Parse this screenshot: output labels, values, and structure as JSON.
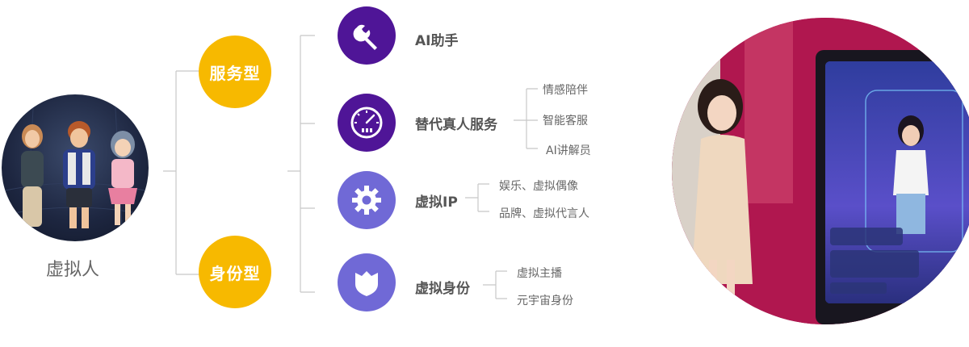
{
  "left": {
    "caption": "虚拟人"
  },
  "categories": [
    {
      "label": "服务型"
    },
    {
      "label": "身份型"
    }
  ],
  "items": [
    {
      "label": "AI助手",
      "icon": "wrench-icon",
      "subs": []
    },
    {
      "label": "替代真人服务",
      "icon": "gauge-icon",
      "subs": [
        "情感陪伴",
        "智能客服",
        "AI讲解员"
      ]
    },
    {
      "label": "虚拟IP",
      "icon": "gear-icon",
      "subs": [
        "娱乐、虚拟偶像",
        "品牌、虚拟代言人"
      ]
    },
    {
      "label": "虚拟身份",
      "icon": "shield-icon",
      "subs": [
        "虚拟主播",
        "元宇宙身份"
      ]
    }
  ],
  "colors": {
    "yellow": "#f7b900",
    "dark_purple": "#4f1597",
    "light_purple": "#7069d6",
    "line": "#c8c8c8"
  }
}
